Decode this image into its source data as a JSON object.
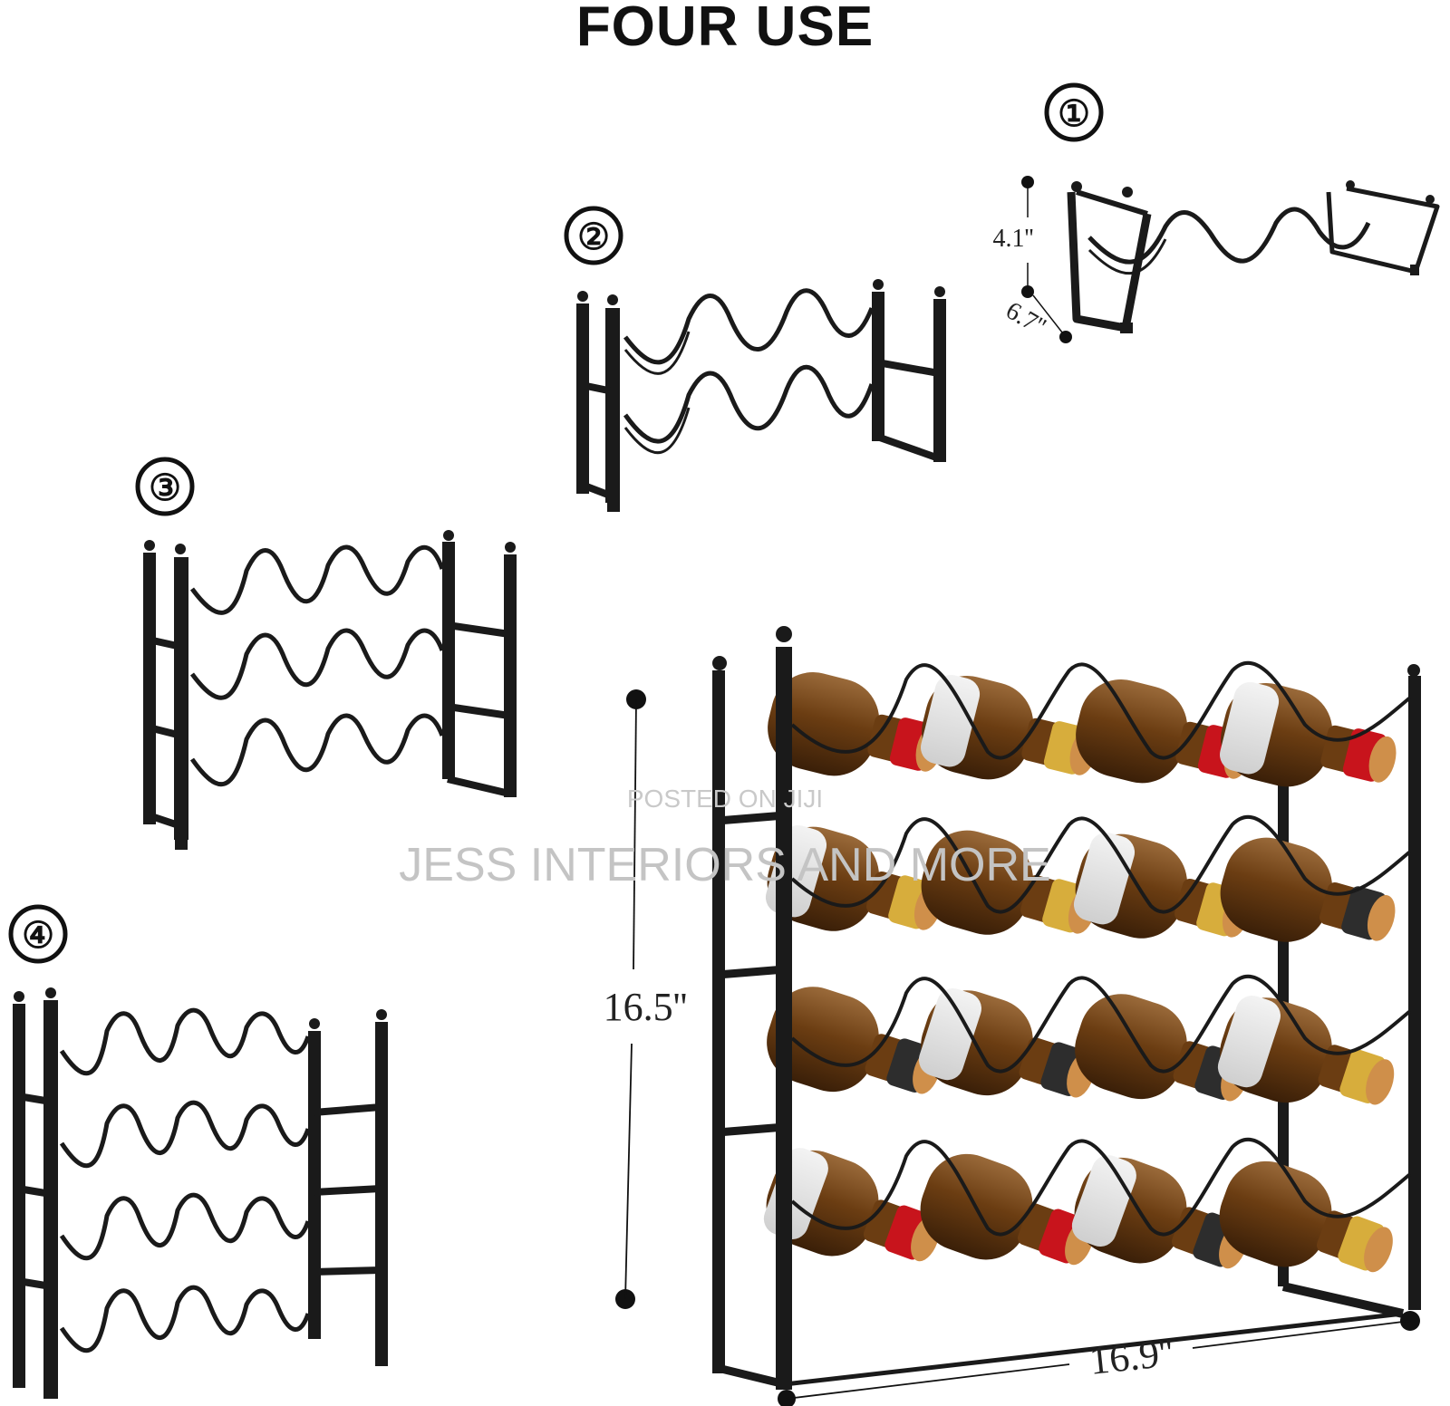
{
  "title": "FOUR USE",
  "configs": [
    {
      "number": "①",
      "dims": {
        "height": "4.1''",
        "depth": "6.7''"
      }
    },
    {
      "number": "②"
    },
    {
      "number": "③"
    },
    {
      "number": "④",
      "dims": {
        "height": "16.5''",
        "width": "16.9''"
      }
    }
  ],
  "watermark": {
    "line1": "POSTED ON JIJI",
    "line2": "JESS INTERIORS AND MORE"
  },
  "colors": {
    "frame": "#1a1a1a",
    "bottle_glass": "#6b3d12",
    "cap_red": "#c8141c",
    "cap_gold": "#d7ad3c",
    "cap_dark": "#2d2d2d",
    "cork": "#cf8f4a"
  }
}
